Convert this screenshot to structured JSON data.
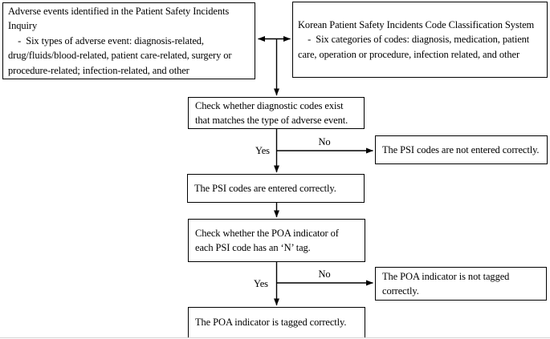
{
  "flowchart": {
    "source_boxes": {
      "adverse_events": {
        "lines": [
          "Adverse events identified in the Patient Safety Incidents",
          "Inquiry",
          "    -  Six types of adverse event: diagnosis-related,",
          "drug/fluids/blood-related, patient care-related, surgery or",
          "procedure-related; infection-related, and other"
        ]
      },
      "kpsi_codes": {
        "lines": [
          "Korean Patient Safety Incidents Code Classification System",
          "    -  Six categories of codes: diagnosis, medication, patient",
          "care, operation or procedure, infection related, and other"
        ]
      }
    },
    "steps": {
      "check_diagnostic_codes": {
        "lines": [
          "Check whether diagnostic codes exist",
          "that matches the type of adverse event."
        ]
      },
      "psi_not_entered": {
        "lines": [
          "The PSI codes are not entered correctly."
        ]
      },
      "psi_entered": {
        "lines": [
          "The PSI codes are entered correctly."
        ]
      },
      "check_poa_indicator": {
        "lines": [
          "Check whether the POA indicator of",
          "each PSI code has an ‘N’ tag."
        ]
      },
      "poa_not_tagged": {
        "lines": [
          "The POA indicator is not tagged",
          "correctly."
        ]
      },
      "poa_tagged": {
        "lines": [
          "The POA indicator is tagged correctly."
        ]
      }
    },
    "branch_labels": {
      "branch1_yes": "Yes",
      "branch1_no": "No",
      "branch2_yes": "Yes",
      "branch2_no": "No"
    },
    "colors": {
      "line": "#000000",
      "text": "#000000",
      "background": "#ffffff"
    }
  }
}
